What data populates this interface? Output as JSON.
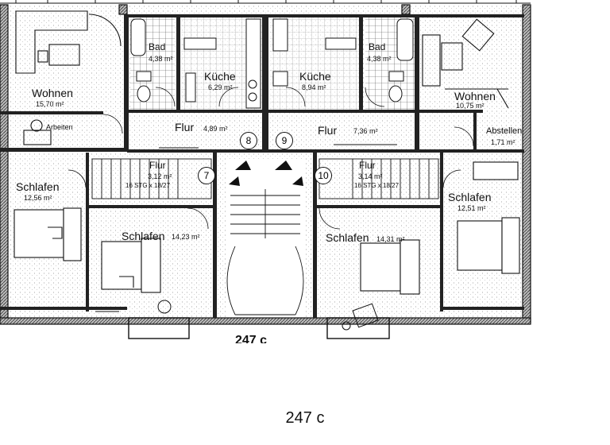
{
  "plan": {
    "caption": "247 c",
    "cut_label": "247 c",
    "rooms": {
      "wohnen_left": {
        "name": "Wohnen",
        "area": "15,70 m²"
      },
      "arbeiten": {
        "name": "Arbeiten"
      },
      "bad_left": {
        "name": "Bad",
        "area": "4,38 m²"
      },
      "kueche_left": {
        "name": "Küche",
        "area": "6,29 m²"
      },
      "kueche_right": {
        "name": "Küche",
        "area": "8,94 m²"
      },
      "bad_right": {
        "name": "Bad",
        "area": "4,38 m²"
      },
      "wohnen_right": {
        "name": "Wohnen",
        "area": "10,75 m²"
      },
      "flur_8": {
        "name": "Flur",
        "area": "4,89 m²"
      },
      "flur_9": {
        "name": "Flur",
        "area": "7,36 m²"
      },
      "abstellen": {
        "name": "Abstellen",
        "area": "1,71 m²"
      },
      "schlafen_far_left": {
        "name": "Schlafen",
        "area": "12,56 m²"
      },
      "flur_7": {
        "name": "Flur",
        "area": "3,12 m²"
      },
      "flur_10": {
        "name": "Flur",
        "area": "3,14 m²"
      },
      "schlafen_far_right": {
        "name": "Schlafen",
        "area": "12,51 m²"
      },
      "schlafen_mid_left": {
        "name": "Schlafen",
        "area": "14,23 m²"
      },
      "schlafen_mid_right": {
        "name": "Schlafen",
        "area": "14,31 m²"
      }
    },
    "stairs": {
      "left": "16 STG x 18/27",
      "right": "16 STG x 18/27"
    },
    "unit_numbers": {
      "u7": "7",
      "u8": "8",
      "u9": "9",
      "u10": "10"
    }
  }
}
